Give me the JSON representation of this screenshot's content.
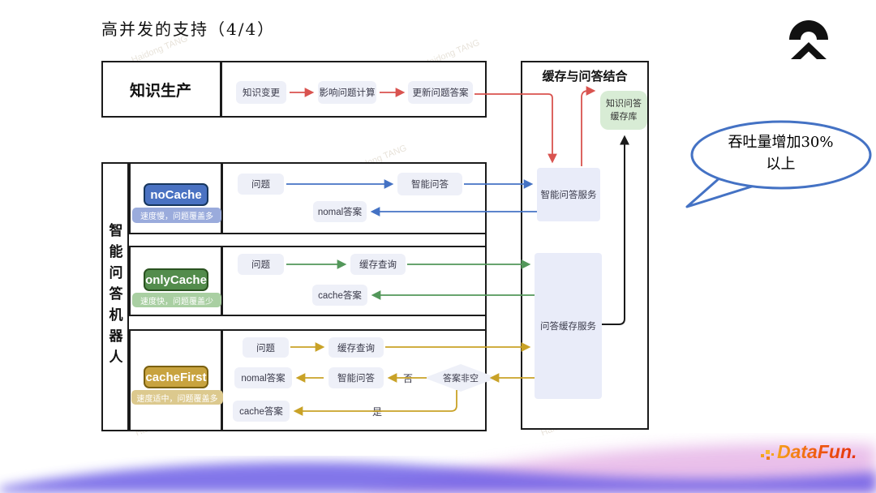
{
  "slide": {
    "title": "高并发的支持（4/4）",
    "watermark": "Haidong TANG"
  },
  "colors": {
    "red": "#d9534f",
    "blue": "#4472c4",
    "green": "#53975a",
    "gold": "#c9a227",
    "chipBg": "#eef0f8",
    "serviceBg": "#e9ecf9",
    "storeBg": "#d8ecd5",
    "noCacheFill": "#4a72c2",
    "noCacheBorder": "#17365d",
    "onlyCacheFill": "#538c4c",
    "onlyCacheBorder": "#2a5220",
    "cacheFirstFill": "#c8a33f",
    "cacheFirstBorder": "#7a6010",
    "desc1": "#9aabdc",
    "desc2": "#a9cfa2",
    "desc3": "#dcc98e",
    "bubble": "#4472c4"
  },
  "knowledge_row": {
    "label": "知识生产",
    "steps": [
      "知识变更",
      "影响问题计算",
      "更新问题答案"
    ]
  },
  "cache_panel": {
    "title": "缓存与问答结合",
    "store_line1": "知识问答",
    "store_line2": "缓存库",
    "qa_service": "智能问答服务",
    "cache_service": "问答缓存服务"
  },
  "robot": {
    "vertical_label": "智能问答机器人",
    "rows": [
      {
        "mode": "noCache",
        "desc": "速度慢，问题覆盖多",
        "question": "问题",
        "step": "智能问答",
        "answer": "nomal答案"
      },
      {
        "mode": "onlyCache",
        "desc": "速度快，问题覆盖少",
        "question": "问题",
        "step": "缓存查询",
        "answer": "cache答案"
      },
      {
        "mode": "cacheFirst",
        "desc": "速度适中，问题覆盖多",
        "question": "问题",
        "step": "缓存查询",
        "qa": "智能问答",
        "nomal_answer": "nomal答案",
        "cache_answer": "cache答案",
        "decision": "答案非空",
        "no": "否",
        "yes": "是"
      }
    ]
  },
  "callout": {
    "line1": "吞吐量增加30%",
    "line2": "以上"
  },
  "footer": {
    "brand": "DataFun."
  }
}
